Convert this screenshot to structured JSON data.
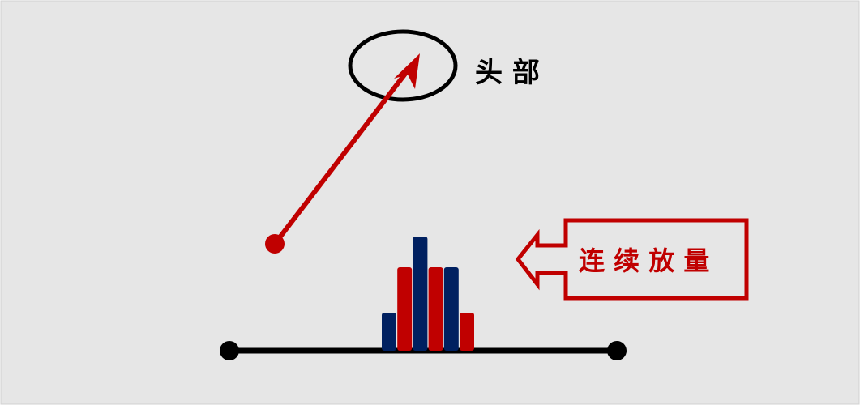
{
  "labels": {
    "head": "头 部",
    "continuous_volume": "连 续 放 量"
  },
  "colors": {
    "background": "#e6e6e6",
    "red": "#c00000",
    "navy": "#002060",
    "black": "#000000"
  },
  "chart_data": {
    "type": "bar",
    "values": [
      1,
      2,
      3,
      2,
      2,
      1
    ],
    "series_colors": [
      "navy",
      "red",
      "navy",
      "red",
      "navy",
      "red"
    ]
  }
}
